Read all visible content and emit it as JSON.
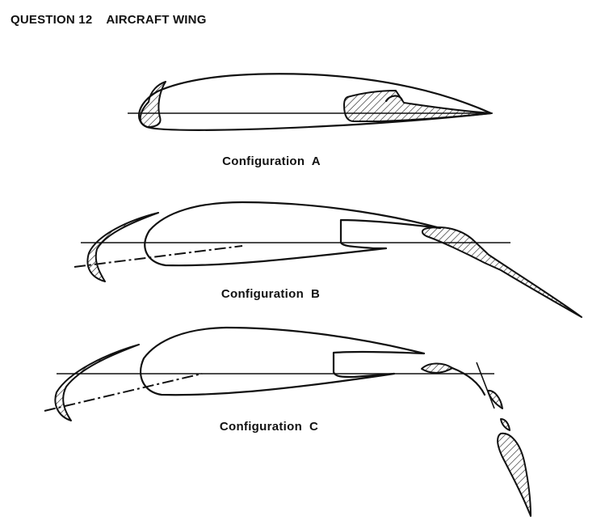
{
  "question": {
    "label": "QUESTION 12",
    "title": "AIRCRAFT WING"
  },
  "configurations": [
    {
      "caption": "Configuration  A"
    },
    {
      "caption": "Configuration  B"
    },
    {
      "caption": "Configuration  C"
    }
  ],
  "colors": {
    "ink": "#111111",
    "background": "#ffffff"
  }
}
